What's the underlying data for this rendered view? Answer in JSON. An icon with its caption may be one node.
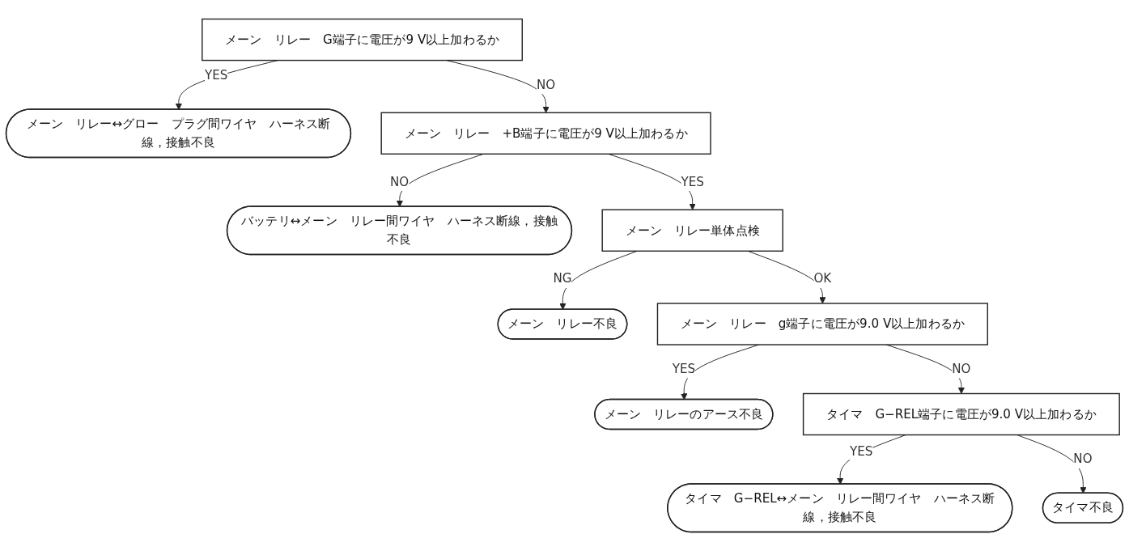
{
  "diagram": {
    "nodes": [
      {
        "text": [
          "メーン　リレー　G端子に電圧が9 V以上加わるか"
        ]
      },
      {
        "text": [
          "メーン　リレー↔グロー　プラグ間ワイヤ　ハーネス断線，接触不良"
        ]
      },
      {
        "text": [
          "メーン　リレー　+B端子に電圧が9 V以上加わるか"
        ]
      },
      {
        "text": [
          "バッテリ↔メーン　リレー間ワイヤ　ハーネス断線，接触不良"
        ]
      },
      {
        "text": [
          "メーン　リレー単体点検"
        ]
      },
      {
        "text": [
          "メーン　リレー不良"
        ]
      },
      {
        "text": [
          "メーン　リレー　g端子に電圧が9.0 V以上加わるか"
        ]
      },
      {
        "text": [
          "メーン　リレーのアース不良"
        ]
      },
      {
        "text": [
          "タイマ　G−REL端子に電圧が9.0 V以上加わるか"
        ]
      },
      {
        "text": [
          "タイマ　G−REL↔メーン　リレー間ワイヤ　ハーネス断線，接触不良"
        ]
      },
      {
        "text": [
          "タイマ不良"
        ]
      }
    ],
    "edges": [
      {
        "from": 0,
        "to": 1,
        "arrow": "to",
        "label": "YES"
      },
      {
        "from": 0,
        "to": 2,
        "arrow": "to",
        "label": "NO"
      },
      {
        "from": 2,
        "to": 3,
        "arrow": "to",
        "label": "NO"
      },
      {
        "from": 2,
        "to": 4,
        "arrow": "to",
        "label": "YES"
      },
      {
        "from": 4,
        "to": 5,
        "arrow": "to",
        "label": "NG"
      },
      {
        "from": 4,
        "to": 6,
        "arrow": "to",
        "label": "OK"
      },
      {
        "from": 6,
        "to": 7,
        "arrow": "to",
        "label": "YES"
      },
      {
        "from": 6,
        "to": 8,
        "arrow": "to",
        "label": "NO"
      },
      {
        "from": 8,
        "to": 9,
        "arrow": "to",
        "label": "YES"
      },
      {
        "from": 8,
        "to": 10,
        "arrow": "to",
        "label": "NO"
      }
    ]
  }
}
